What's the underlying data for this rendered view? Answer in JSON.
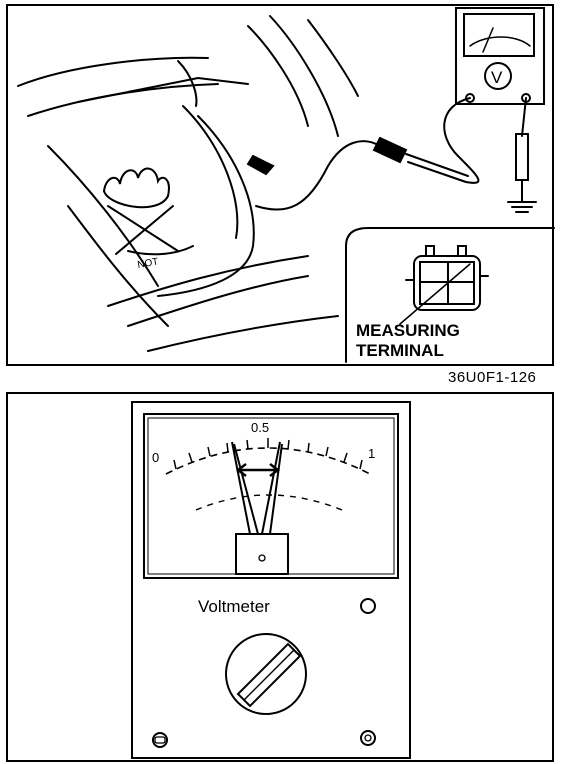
{
  "top_panel": {
    "measuring_terminal_label": [
      "MEASURING",
      "TERMINAL"
    ],
    "meter_symbol": "V"
  },
  "figure_code": "36U0F1-126",
  "bottom_panel": {
    "scale": {
      "min_label": "0",
      "mid_label": "0.5",
      "max_label": "1"
    },
    "meter_name": "Voltmeter"
  }
}
